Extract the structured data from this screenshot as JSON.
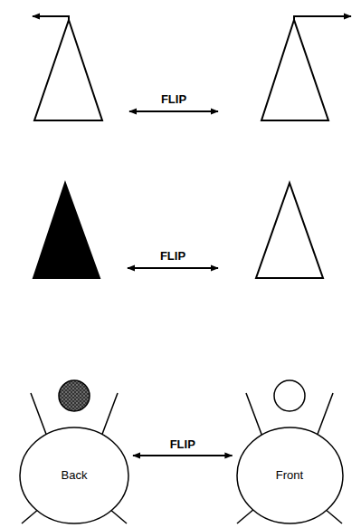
{
  "diagram": {
    "nodes": [
      {
        "text": [
          "Back"
        ]
      },
      {
        "text": [
          "Front"
        ]
      }
    ],
    "edges": [
      {
        "from": 0,
        "to": 1,
        "label": "FLIP",
        "arrow": "both"
      }
    ],
    "labels": [
      "FLIP",
      "FLIP"
    ]
  }
}
